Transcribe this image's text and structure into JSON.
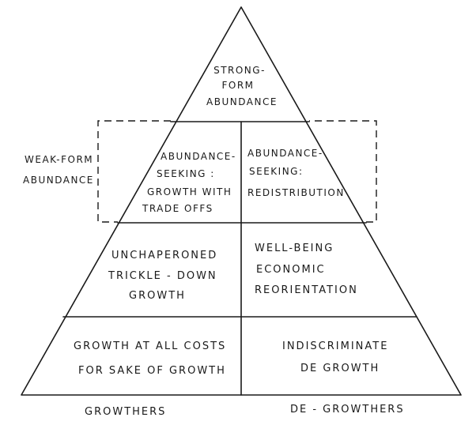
{
  "pyramid": {
    "apex": {
      "line1": "STRONG-",
      "line2": "FORM",
      "line3": "ABUNDANCE"
    },
    "weak_form_label": {
      "line1": "WEAK-FORM",
      "line2": "ABUNDANCE"
    },
    "tier2": {
      "left": {
        "line1": "ABUNDANCE-",
        "line2": "SEEKING :",
        "line3": "GROWTH WITH",
        "line4": "TRADE OFFS"
      },
      "right": {
        "line1": "ABUNDANCE-",
        "line2": "SEEKING:",
        "line3": "REDISTRIBUTION"
      }
    },
    "tier3": {
      "left": {
        "line1": "UNCHAPERONED",
        "line2": "TRICKLE - DOWN",
        "line3": "GROWTH"
      },
      "right": {
        "line1": "WELL-BEING",
        "line2": "ECONOMIC",
        "line3": "REORIENTATION"
      }
    },
    "tier4": {
      "left": {
        "line1": "GROWTH AT ALL COSTS",
        "line2": "FOR SAKE OF GROWTH"
      },
      "right": {
        "line1": "INDISCRIMINATE",
        "line2": "DE GROWTH"
      }
    },
    "base_labels": {
      "left": "GROWTHERS",
      "right": "DE - GROWTHERS"
    }
  }
}
